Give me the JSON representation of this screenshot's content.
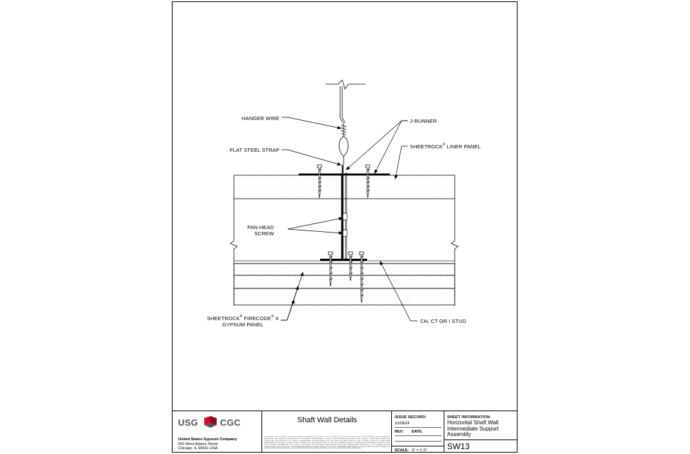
{
  "labels": {
    "hanger_wire": "HANGER WIRE",
    "flat_steel_strap": "FLAT STEEL STRAP",
    "j_runner": "J-RUNNER",
    "liner_panel": "SHEETROCK® LINER PANEL",
    "pan_head_1": "PAN HEAD",
    "pan_head_2": "SCREW",
    "firecode_1": "SHEETROCK® FIRECODE® X",
    "firecode_2": "GYPSUM PANEL",
    "stud": "CH, CT OR I STUD"
  },
  "title_block": {
    "logo_left": "USG",
    "logo_right": "CGC",
    "company_name": "United States Gypsum Company",
    "address_1": "550 West Adams Street",
    "address_2": "Chicago, IL 60661 USA",
    "drawing_title": "Shaft Wall Details",
    "disclaimer": "DISCLAIMER: THE DOCUMENT PROVIDES GENERAL INFORMATION ONLY AND IS NOT INTENDED TO BE USED AS CONSTRUCTION DOCUMENTS. THE INFORMATION HEREIN MAY BE MODIFIED BY THE ARCHITECT OR DESIGN PROFESSIONAL TO COMPLY WITH APPLICABLE BUILDING CODES, PROJECT SPECIFICATIONS AND SITE CONDITIONS. THE ARCHITECT OR DESIGN PROFESSIONAL IS RESPONSIBLE FOR THE SELECTION AND DESIGN OF ALL SYSTEMS. PRODUCTS SHOWN ARE MANUFACTURED BY UNITED STATES GYPSUM COMPANY OR ITS AFFILIATES. REFER TO THE MOST CURRENT PRODUCT LITERATURE AND INSTALLATION INSTRUCTIONS FOR COMPLETE INFORMATION. THIS DETAIL IS PROVIDED FOR REFERENCE PURPOSES AND MUST BE REVIEWED AND APPROVED BY THE LICENSED DESIGN PROFESSIONAL FOR THE PROJECT. THESE MATERIALS MAY BE UPDATED WITHOUT NOTICE. ALL TRADEMARKS ARE OWNED BY UNITED STATES GYPSUM COMPANY OR ITS AFFILIATES. DIMENSIONS ARE FOR ILLUSTRATION ONLY AND SHALL BE VERIFIED IN THE FIELD BY THE DESIGN PROFESSIONAL.",
    "issue_record_label": "ISSUE RECORD:",
    "issue_date": "10/08/24",
    "rev_label": "REV:",
    "date_label": "DATE:",
    "scale_label": "SCALE:",
    "scale_value": "6\" = 1'-0\"",
    "sheet_info_label": "SHEET INFORMATION:",
    "sheet_title_1": "Horizontal Shaft Wall",
    "sheet_title_2": "Intermediate Support",
    "sheet_title_3": "Assembly",
    "sheet_number": "SW13"
  },
  "colors": {
    "logo_gray": "#555555",
    "logo_red": "#c8102e",
    "logo_dark_red": "#8a0c20",
    "line": "#000000",
    "speckle": "#888888"
  }
}
